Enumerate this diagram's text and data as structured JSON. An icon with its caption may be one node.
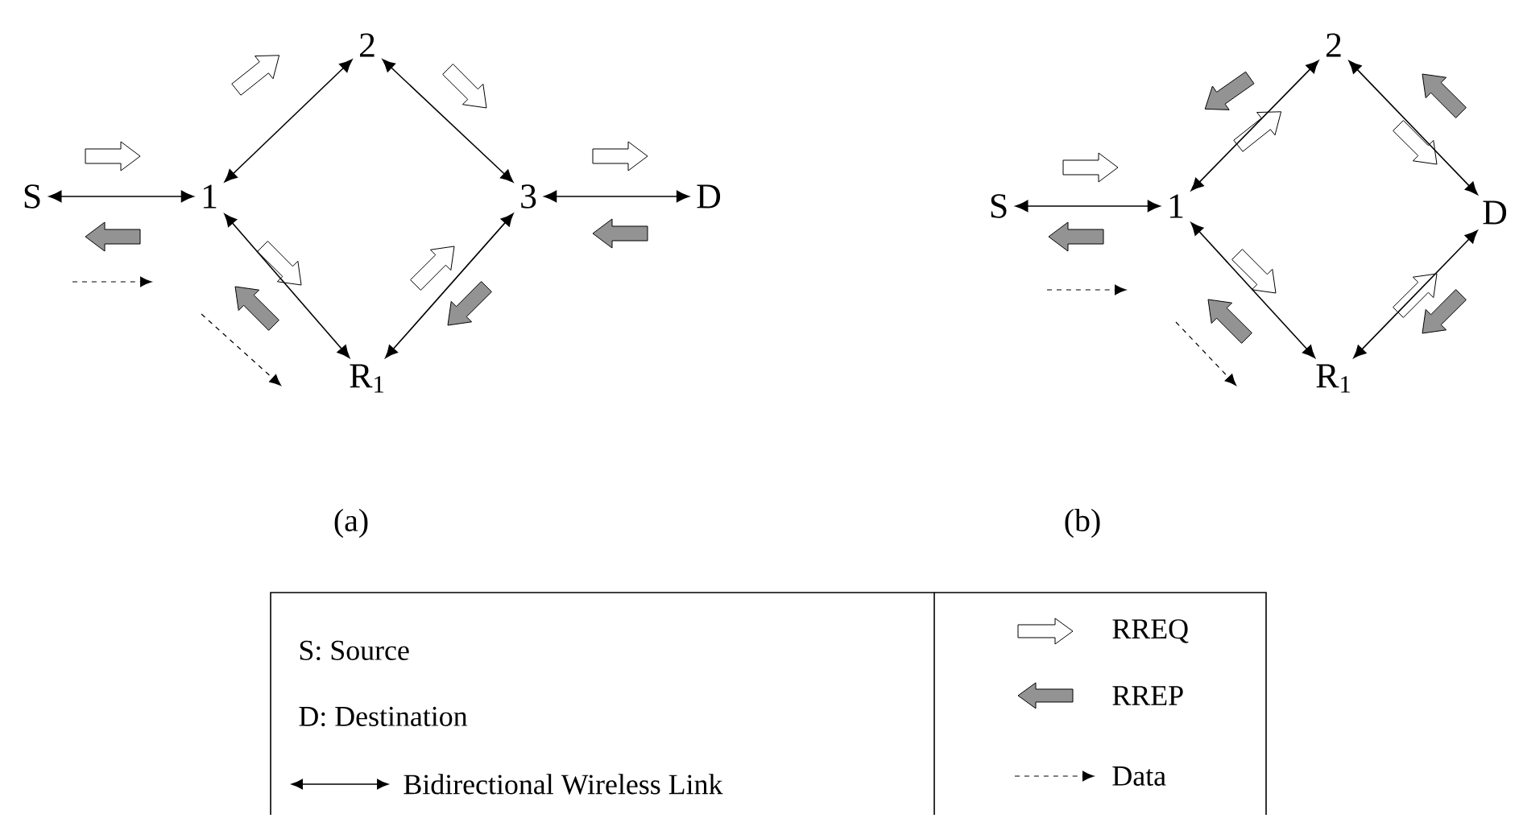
{
  "diagram": {
    "nodes": [
      {
        "text": [
          "S"
        ]
      },
      {
        "text": [
          "1"
        ]
      },
      {
        "text": [
          "2"
        ]
      },
      {
        "text": [
          "3"
        ]
      },
      {
        "text": [
          "R$_{1}$"
        ]
      },
      {
        "text": [
          "D"
        ]
      },
      {
        "text": [
          "S"
        ]
      },
      {
        "text": [
          "1"
        ]
      },
      {
        "text": [
          "2"
        ]
      },
      {
        "text": [
          "D"
        ]
      },
      {
        "text": [
          "R$_{1}$"
        ]
      }
    ],
    "edges": [
      {
        "from": 0,
        "to": 1,
        "arrow": "both"
      },
      {
        "from": 1,
        "to": 2,
        "arrow": "both"
      },
      {
        "from": 2,
        "to": 3,
        "arrow": "both"
      },
      {
        "from": 3,
        "to": 5,
        "arrow": "both"
      },
      {
        "from": 1,
        "to": 4,
        "arrow": "both"
      },
      {
        "from": 4,
        "to": 3,
        "arrow": "both"
      },
      {
        "from": 6,
        "to": 7,
        "arrow": "both"
      },
      {
        "from": 7,
        "to": 8,
        "arrow": "both"
      },
      {
        "from": 8,
        "to": 9,
        "arrow": "both"
      },
      {
        "from": 7,
        "to": 10,
        "arrow": "both"
      },
      {
        "from": 10,
        "to": 9,
        "arrow": "both"
      }
    ],
    "labels": [
      "(a)",
      "(b)"
    ],
    "legend": [
      {
        "text": "S: Source"
      },
      {
        "text": "D: Destination"
      },
      {
        "text": "Bidirectional Wireless Link"
      },
      {
        "text": "RREQ"
      },
      {
        "text": "RREP"
      },
      {
        "text": "Data"
      }
    ]
  }
}
